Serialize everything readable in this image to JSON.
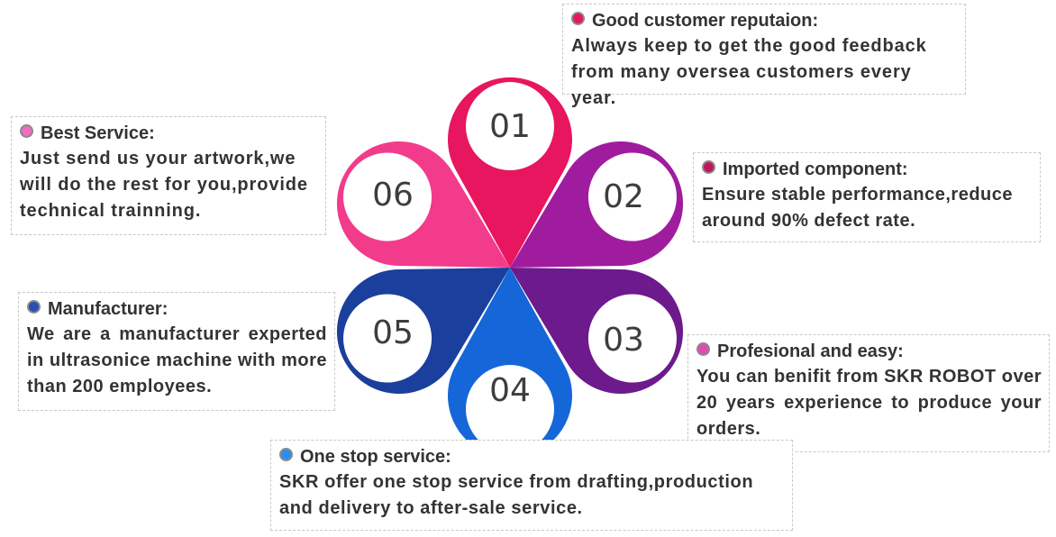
{
  "colors": {
    "p01": "#e8155f",
    "p02": "#a01c9e",
    "p03": "#6d1a8c",
    "p04": "#1566d8",
    "p05": "#1a3f9c",
    "p06": "#f23c8b"
  },
  "petals": [
    {
      "number": "01"
    },
    {
      "number": "02"
    },
    {
      "number": "03"
    },
    {
      "number": "04"
    },
    {
      "number": "05"
    },
    {
      "number": "06"
    }
  ],
  "items": {
    "i01": {
      "title": "Good customer reputaion:",
      "desc": "Always keep to get the good feedback from many oversea customers every year.",
      "dot_color": "#e8155f"
    },
    "i02": {
      "title": "Imported component:",
      "desc": "Ensure stable performance,reduce around 90% defect rate.",
      "dot_color": "#c2185b"
    },
    "i03": {
      "title": "Profesional and easy:",
      "desc": "You can benifit from SKR ROBOT over 20 years experience to produce your orders.",
      "dot_color": "#e14ab5"
    },
    "i04": {
      "title": "One stop service:",
      "desc": "SKR offer one stop service from drafting,production and delivery to after-sale service.",
      "dot_color": "#2a8ef0"
    },
    "i05": {
      "title": "Manufacturer:",
      "desc": "We are a manufacturer experted in ultrasonice machine with more than 200 employees.",
      "dot_color": "#2a4fb0"
    },
    "i06": {
      "title": "Best Service:",
      "desc": "Just send us your artwork,we will do the rest for you,provide technical trainning.",
      "dot_color": "#f06cc0"
    }
  }
}
